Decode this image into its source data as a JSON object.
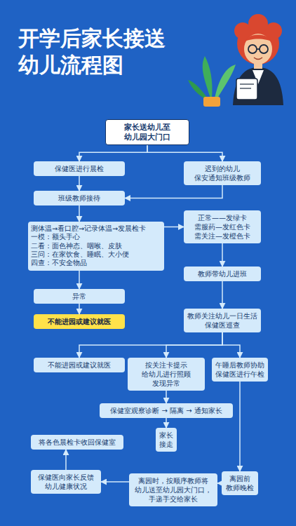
{
  "diagram": {
    "title": "开学后家长接送幼儿流程图",
    "nodes": [
      {
        "text": [
          "家长送幼儿至 幼儿园大门口"
        ]
      },
      {
        "text": [
          "保健医进行晨检"
        ]
      },
      {
        "text": [
          "迟到的幼儿 保安通知班级教师"
        ]
      },
      {
        "text": [
          "班级教师接待"
        ]
      },
      {
        "text": [
          "测体温→看口腔→记录体温→发晨检卡",
          "一模：额头手心",
          "二看：面色神态、咽喉、皮肤",
          "三问：在家饮食、睡眠、大小便",
          "四查：不安全物品"
        ]
      },
      {
        "text": [
          "正常——发绿卡",
          "需服药—发红色卡",
          "需关注—发橙色卡"
        ]
      },
      {
        "text": [
          "异常"
        ]
      },
      {
        "text": [
          "不能进园或建议就医"
        ]
      },
      {
        "text": [
          "教师带幼儿进班"
        ]
      },
      {
        "text": [
          "教师关注幼儿一日生活 保健医巡查"
        ]
      },
      {
        "text": [
          "不能进园或建议就医"
        ]
      },
      {
        "text": [
          "按关注卡提示 给幼儿进行照顾 发现异常"
        ]
      },
      {
        "text": [
          "午睡后教师协助 保健医进行午检"
        ]
      },
      {
        "text": [
          "保健室观察诊断 → 隔离 → 通知家长"
        ]
      },
      {
        "text": [
          "家长 接走"
        ]
      },
      {
        "text": [
          "将各色晨检卡收回保健室"
        ]
      },
      {
        "text": [
          "保健医向家长反馈 幼儿健康状况"
        ]
      },
      {
        "text": [
          "离园时，按顺序教师将 幼儿送至幼儿园大门口， 手递手交给家长"
        ]
      },
      {
        "text": [
          "离园前 教师晚检"
        ]
      }
    ],
    "edges": [
      {
        "from": 0,
        "to": 1,
        "arrow": "to"
      },
      {
        "from": 0,
        "to": 2,
        "arrow": "to"
      },
      {
        "from": 1,
        "to": 3,
        "arrow": "to"
      },
      {
        "from": 2,
        "to": 3,
        "arrow": "to"
      },
      {
        "from": 3,
        "to": 4,
        "arrow": "to"
      },
      {
        "from": 4,
        "to": 5,
        "arrow": "to"
      },
      {
        "from": 4,
        "to": 6,
        "arrow": "to"
      },
      {
        "from": 6,
        "to": 7,
        "arrow": "to"
      },
      {
        "from": 5,
        "to": 8,
        "arrow": "to"
      },
      {
        "from": 8,
        "to": 9,
        "arrow": "to"
      },
      {
        "from": 9,
        "to": 10,
        "arrow": "to"
      },
      {
        "from": 9,
        "to": 11,
        "arrow": "to"
      },
      {
        "from": 9,
        "to": 12,
        "arrow": "to"
      },
      {
        "from": 11,
        "to": 13,
        "arrow": "to"
      },
      {
        "from": 13,
        "to": 14,
        "arrow": "to"
      },
      {
        "from": 12,
        "to": 18,
        "arrow": "to"
      },
      {
        "from": 18,
        "to": 17,
        "arrow": "to"
      },
      {
        "from": 17,
        "to": 16,
        "arrow": "to"
      },
      {
        "from": 16,
        "to": 15,
        "arrow": "to"
      }
    ]
  }
}
